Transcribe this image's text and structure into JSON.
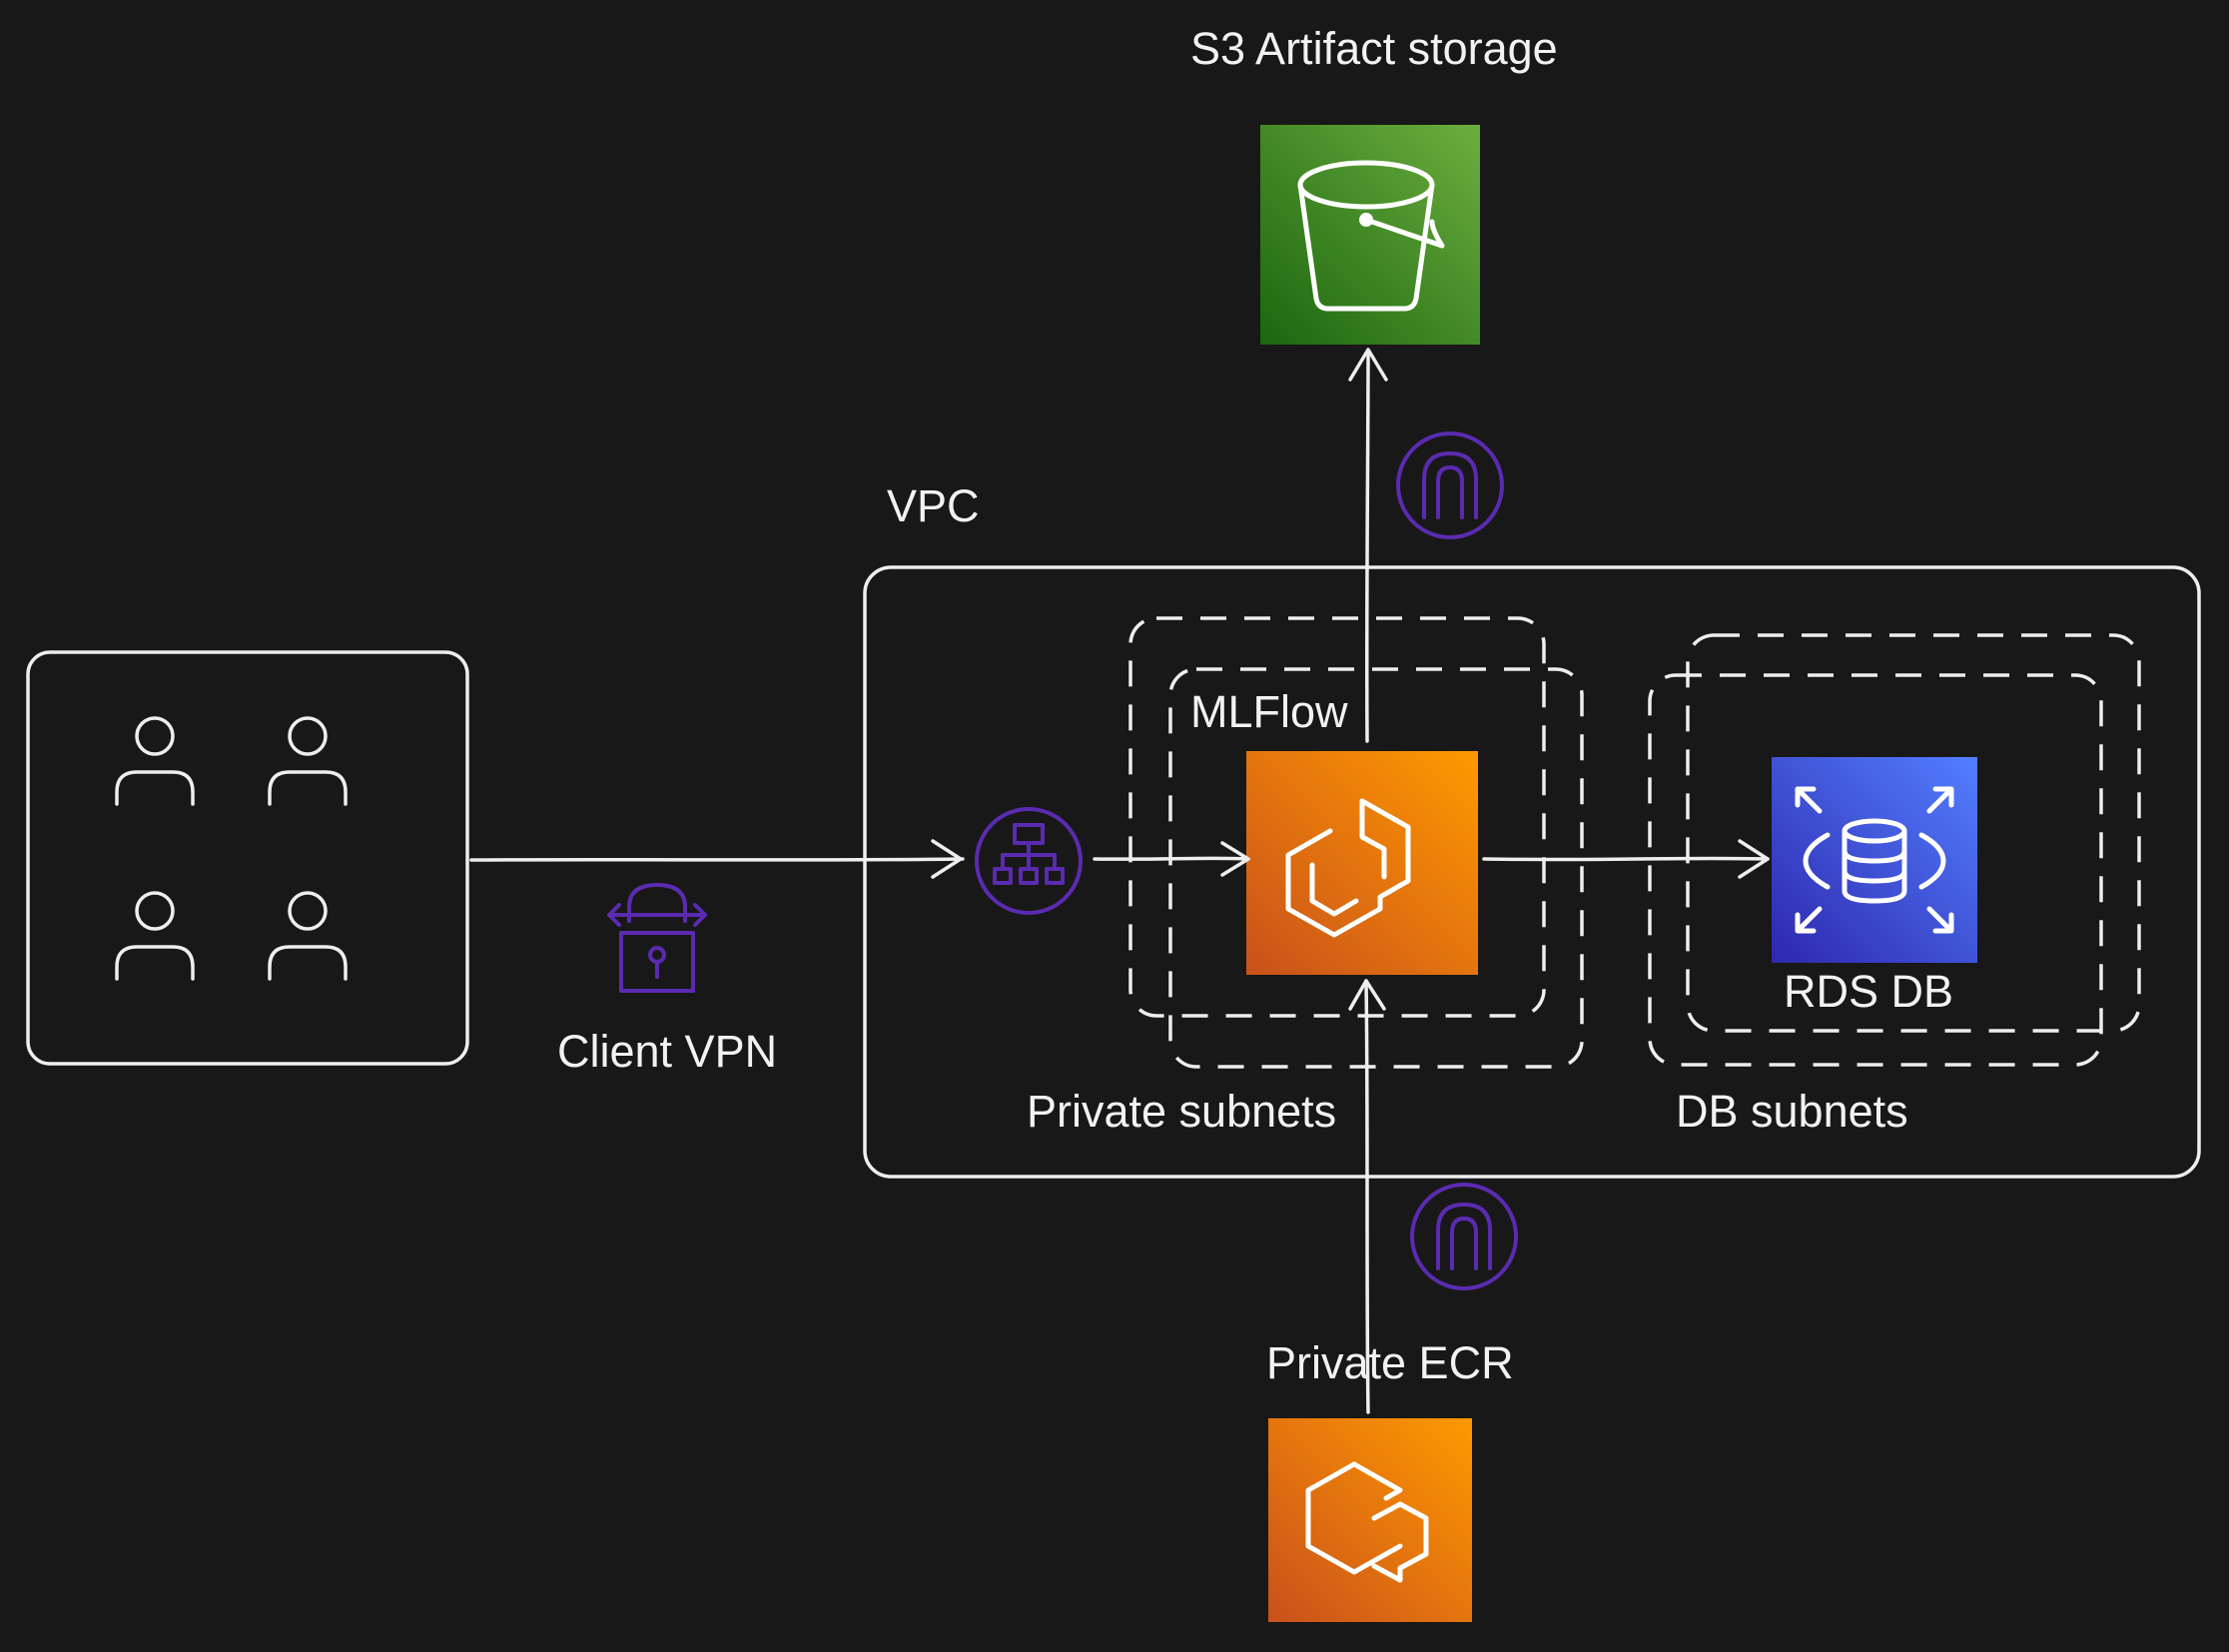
{
  "labels": {
    "s3": "S3 Artifact storage",
    "vpc": "VPC",
    "mlflow": "MLFlow",
    "client_vpn": "Client VPN",
    "private_subnets": "Private subnets",
    "db_subnets": "DB subnets",
    "rds": "RDS DB",
    "ecr": "Private ECR"
  },
  "icons": {
    "users": "users-group-icon",
    "vpn": "client-vpn-lock-icon",
    "load_balancer": "load-balancer-icon",
    "endpoint_top": "vpc-endpoint-icon",
    "endpoint_bottom": "vpc-endpoint-icon",
    "s3": "s3-bucket-icon",
    "ecs": "ecs-fargate-icon",
    "rds": "rds-database-icon",
    "ecr": "ecr-icon"
  },
  "colors": {
    "background": "#181818",
    "line": "#eeeeee",
    "purple": "#5a2bb0",
    "s3_green": "#3f8624",
    "compute_orange": "#ed7100",
    "rds_blue": "#3b48cc"
  }
}
